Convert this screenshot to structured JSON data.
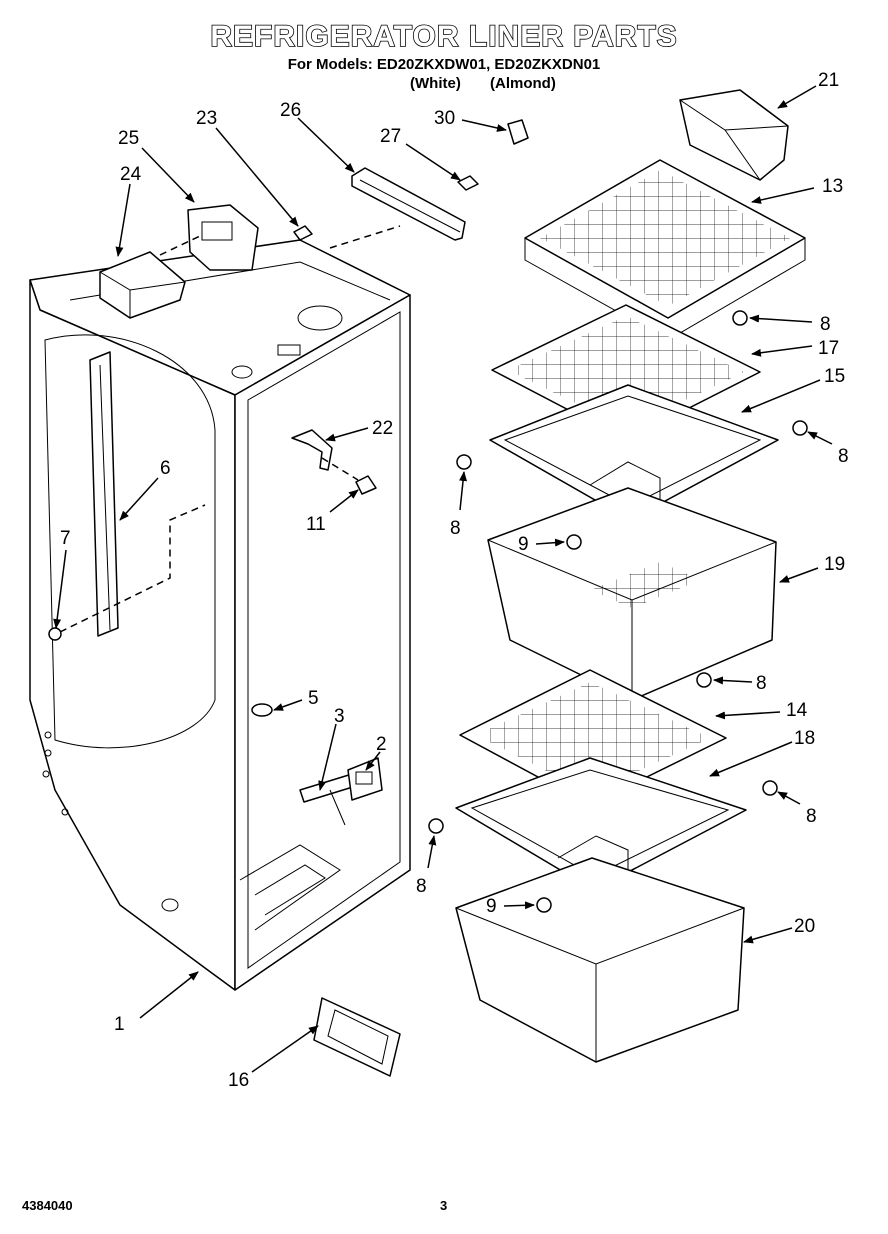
{
  "header": {
    "title": "REFRIGERATOR LINER PARTS",
    "models_line": "For Models: ED20ZKXDW01, ED20ZKXDN01",
    "variants": [
      "(White)",
      "(Almond)"
    ]
  },
  "footer": {
    "doc_number": "4384040",
    "page_number": "3"
  },
  "callouts": [
    "1",
    "2",
    "3",
    "5",
    "6",
    "7",
    "8",
    "8",
    "8",
    "8",
    "8",
    "8",
    "9",
    "9",
    "11",
    "13",
    "14",
    "15",
    "16",
    "17",
    "18",
    "19",
    "20",
    "21",
    "22",
    "23",
    "24",
    "25",
    "26",
    "27",
    "30"
  ]
}
